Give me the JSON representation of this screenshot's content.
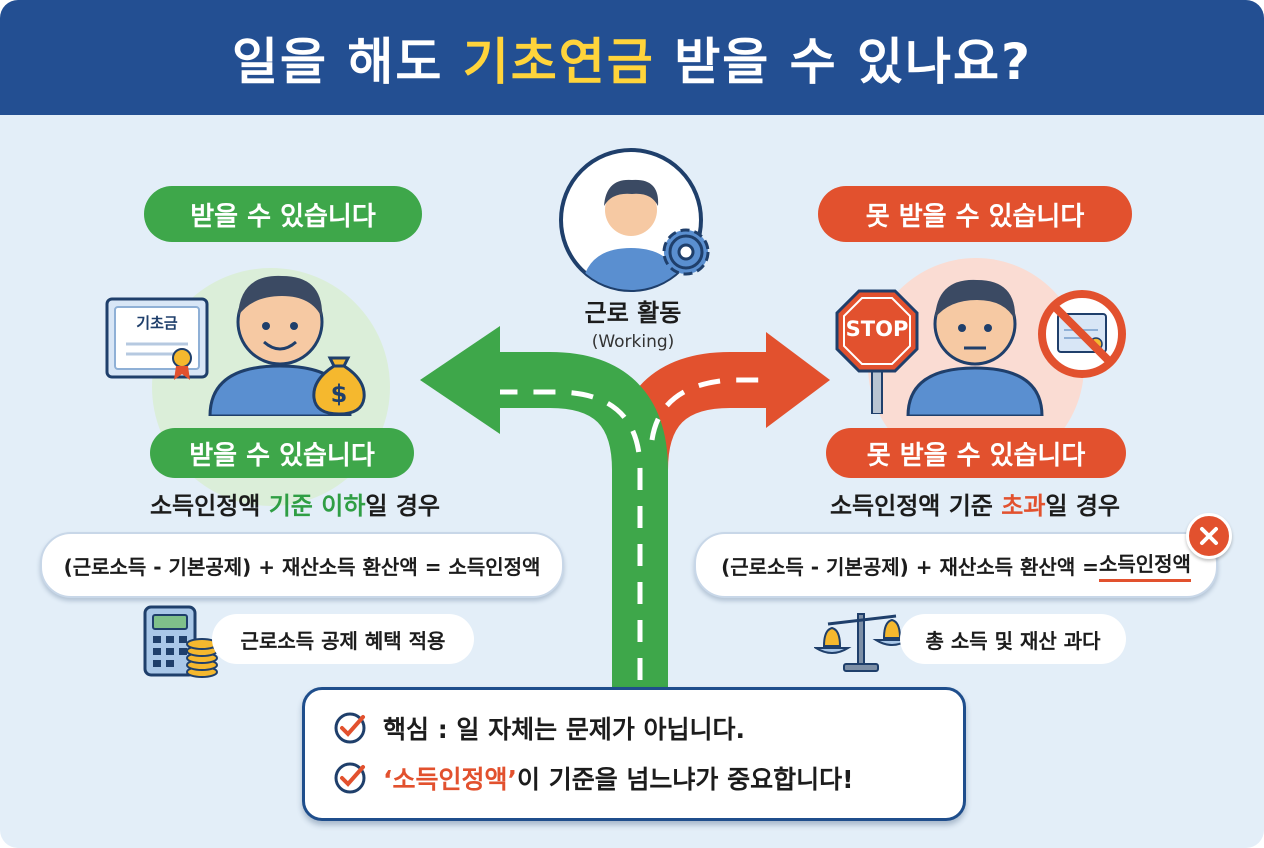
{
  "header": {
    "title_part1": "일을 해도 ",
    "title_highlight": "기초연금",
    "title_part2": " 받을 수 있나요?"
  },
  "center": {
    "title": "근로 활동",
    "subtitle": "(Working)"
  },
  "left": {
    "top_pill": "받을 수 있습니다",
    "certificate_label": "기초금",
    "mid_pill": "받을 수 있습니다",
    "condition_a": "소득인정액 ",
    "condition_hl1": "기준",
    "condition_b": " ",
    "condition_hl2": "이하",
    "condition_c": "일 경우",
    "formula": "(근로소득 - 기본공제) + 재산소득 환산액 = 소득인정액",
    "tag": "근로소득 공제 혜택 적용"
  },
  "right": {
    "top_pill": "못 받을 수 있습니다",
    "stop_sign": "STOP",
    "mid_pill": "못 받을 수 있습니다",
    "condition_a": "소득인정액 기준 ",
    "condition_hl": "초과",
    "condition_b": "일 경우",
    "formula_main": "(근로소득 - 기본공제) + 재산소득 환산액 = ",
    "formula_underlined": "소득인정액",
    "tag": "총 소득 및 재산 과다"
  },
  "key": {
    "line1": "핵심 : 일 자체는 문제가 아닙니다.",
    "line2_hl": "‘소득인정액’",
    "line2_rest": "이 기준을 넘느냐가 중요합니다!"
  },
  "colors": {
    "header_bg": "#234f92",
    "title_highlight": "#ffd43b",
    "green": "#3ea74a",
    "red": "#e2512e",
    "background": "#e3eef8"
  }
}
